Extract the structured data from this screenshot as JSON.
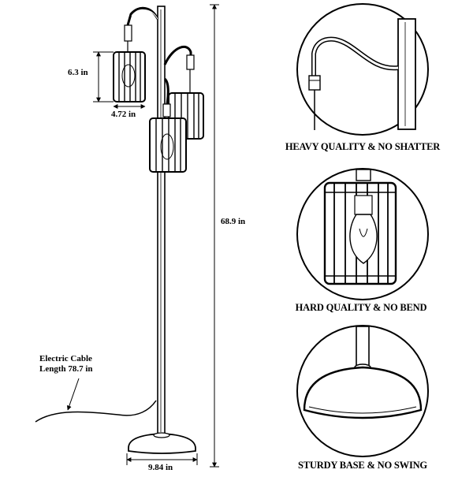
{
  "dimensions": {
    "shade_height": "6.3 in",
    "shade_width": "4.72 in",
    "total_height": "68.9 in",
    "base_width": "9.84 in"
  },
  "cable": {
    "line1": "Electric Cable",
    "line2": "Length 78.7 in"
  },
  "features": [
    {
      "caption": "HEAVY QUALITY & NO SHATTER"
    },
    {
      "caption": "HARD QUALITY & NO BEND"
    },
    {
      "caption": "STURDY BASE & NO SWING"
    }
  ]
}
